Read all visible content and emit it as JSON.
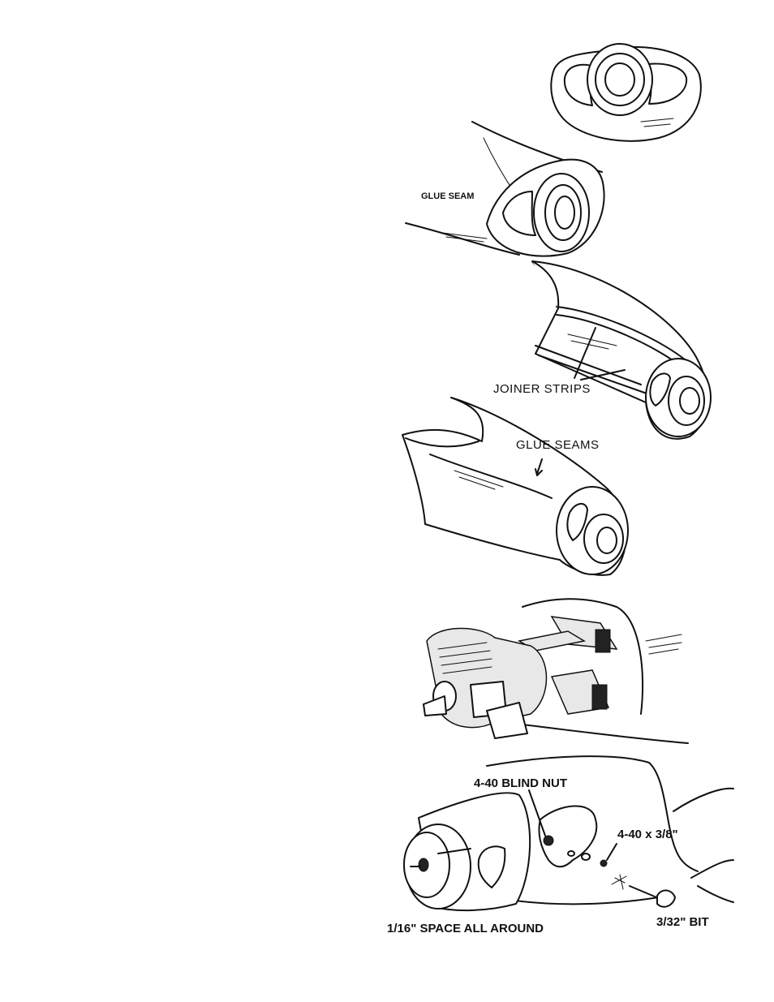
{
  "labels": {
    "glue_seam": "GLUE SEAM",
    "joiner_strips": "JOINER STRIPS",
    "glue_seams": "GLUE SEAMS",
    "blind_nut": "4-40 BLIND NUT",
    "screw": "4-40 x 3/8\"",
    "space": "1/16\" SPACE ALL AROUND",
    "bit": "3/32\" BIT"
  }
}
